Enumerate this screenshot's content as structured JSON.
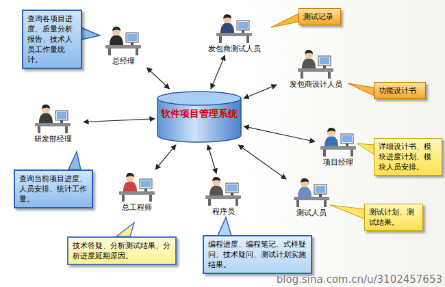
{
  "diagram": {
    "nodes": [
      {
        "text": [
          "查询各项目进度、质量分析报告、技术人员工作量统计。"
        ]
      },
      {
        "text": [
          "总经理"
        ]
      },
      {
        "text": [
          "发包商测试人员"
        ]
      },
      {
        "text": [
          "测试记录"
        ]
      },
      {
        "text": [
          "发包商设计人员"
        ]
      },
      {
        "text": [
          "功能设计书"
        ]
      },
      {
        "text": [
          "软件项目管理系统"
        ]
      },
      {
        "text": [
          "研发部经理"
        ]
      },
      {
        "text": [
          "项目经理"
        ]
      },
      {
        "text": [
          "详细设计书、模块进度计划、模块人员安排。"
        ]
      },
      {
        "text": [
          "查询当前项目进度、人员安排、统计工作量。"
        ]
      },
      {
        "text": [
          "总工程师"
        ]
      },
      {
        "text": [
          "程序员"
        ]
      },
      {
        "text": [
          "测试人员"
        ]
      },
      {
        "text": [
          "测试计划、测试结果。"
        ]
      },
      {
        "text": [
          "技术答疑、分析测试结果、分析进度延期原因。"
        ]
      },
      {
        "text": [
          "编程进度、编程笔记、式样疑问、技术疑问、测试计划实施结果。"
        ]
      }
    ],
    "edges": [
      {
        "from": 6,
        "to": 1,
        "arrow": "both"
      },
      {
        "from": 6,
        "to": 2,
        "arrow": "both"
      },
      {
        "from": 6,
        "to": 4,
        "arrow": "both"
      },
      {
        "from": 6,
        "to": 7,
        "arrow": "both"
      },
      {
        "from": 6,
        "to": 8,
        "arrow": "both"
      },
      {
        "from": 6,
        "to": 11,
        "arrow": "both"
      },
      {
        "from": 6,
        "to": 12,
        "arrow": "both"
      },
      {
        "from": 6,
        "to": 13,
        "arrow": "both"
      }
    ],
    "labels": [
      "blog.sina.com.cn/u/3102457653"
    ]
  }
}
